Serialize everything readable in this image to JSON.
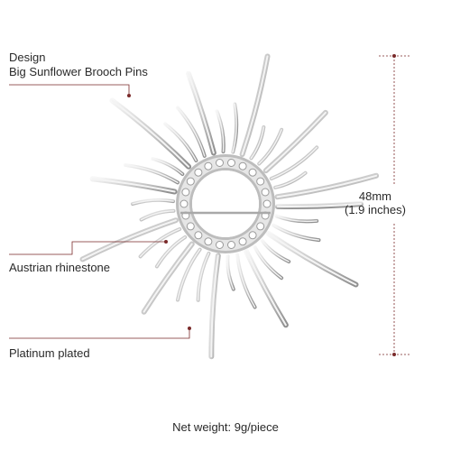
{
  "labels": {
    "design_line1": "Design",
    "design_line2": "Big Sunflower Brooch Pins",
    "rhinestone": "Austrian rhinestone",
    "plated": "Platinum plated",
    "size_mm": "48mm",
    "size_in": "(1.9 inches)",
    "weight": "Net weight: 9g/piece"
  },
  "colors": {
    "leader": "#7a2a2a",
    "silver_light": "#f2f2f2",
    "silver_dark": "#8a8a8a",
    "gem": "#ffffff"
  },
  "icons": {
    "product": "sunflower-brooch-illustration"
  }
}
